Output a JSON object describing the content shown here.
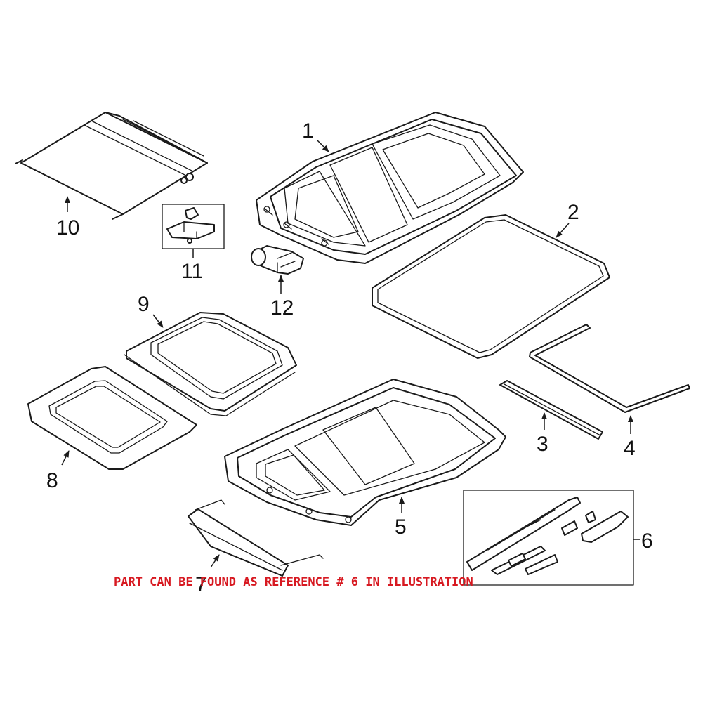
{
  "callouts": {
    "c1": "1",
    "c2": "2",
    "c3": "3",
    "c4": "4",
    "c5": "5",
    "c6": "6",
    "c7": "7",
    "c8": "8",
    "c9": "9",
    "c10": "10",
    "c11": "11",
    "c12": "12"
  },
  "note": "PART CAN BE FOUND AS REFERENCE # 6 IN ILLUSTRATION",
  "colors": {
    "note": "#d71921",
    "linework": "#1a1a1a",
    "background": "#ffffff"
  }
}
